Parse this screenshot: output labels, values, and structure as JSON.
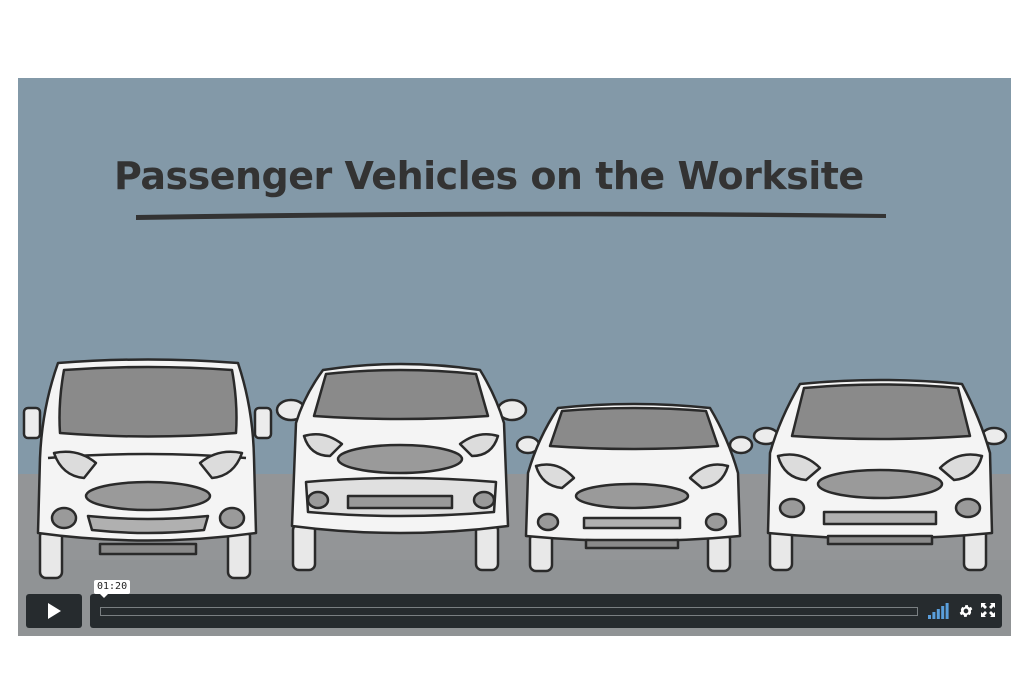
{
  "video": {
    "title": "Passenger Vehicles on the Worksite",
    "current_time": "01:20",
    "progress_fraction": 0,
    "volume_level_bars": 5
  },
  "controls": {
    "play_icon": "play-icon",
    "volume_icon": "volume-bars-icon",
    "settings_icon": "gear-icon",
    "fullscreen_icon": "fullscreen-icon"
  },
  "colors": {
    "sky": "#8399a8",
    "ground": "#939597",
    "title_text": "#333333",
    "control_bar": "#262b2e",
    "accent": "#5a9fdc"
  }
}
